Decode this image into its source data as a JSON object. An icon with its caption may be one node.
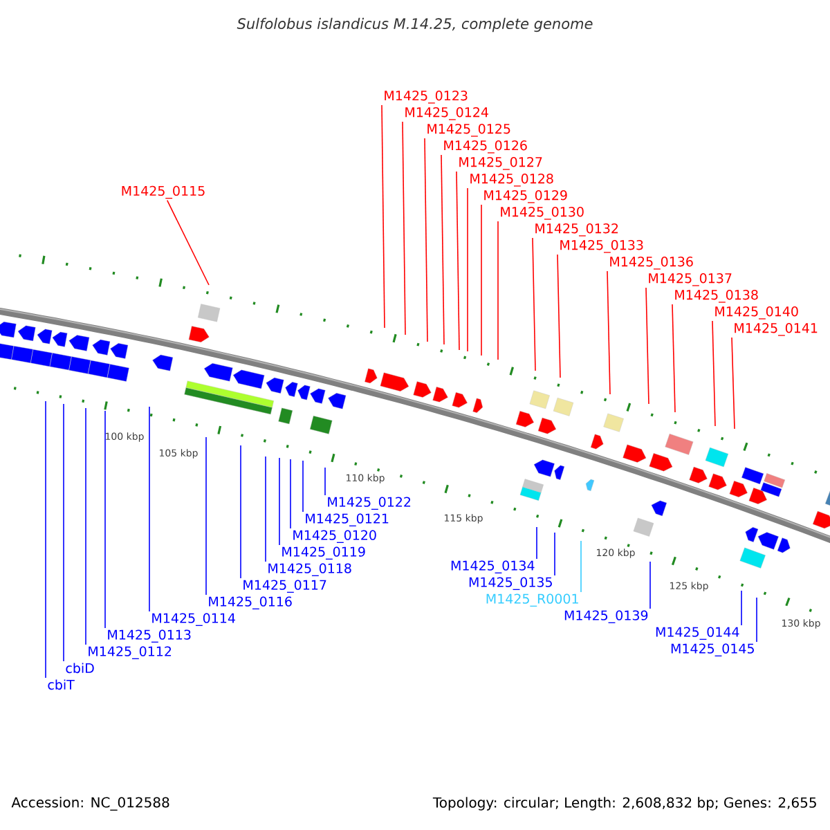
{
  "diagram": {
    "title": "Sulfolobus islandicus M.14.25, complete genome",
    "nodes": [
      {
        "text": [
          "M1425_0115"
        ]
      },
      {
        "text": [
          "M1425_0123"
        ]
      },
      {
        "text": [
          "M1425_0124"
        ]
      },
      {
        "text": [
          "M1425_0125"
        ]
      },
      {
        "text": [
          "M1425_0126"
        ]
      },
      {
        "text": [
          "M1425_0127"
        ]
      },
      {
        "text": [
          "M1425_0128"
        ]
      },
      {
        "text": [
          "M1425_0129"
        ]
      },
      {
        "text": [
          "M1425_0130"
        ]
      },
      {
        "text": [
          "M1425_0132"
        ]
      },
      {
        "text": [
          "M1425_0133"
        ]
      },
      {
        "text": [
          "M1425_0136"
        ]
      },
      {
        "text": [
          "M1425_0137"
        ]
      },
      {
        "text": [
          "M1425_0138"
        ]
      },
      {
        "text": [
          "M1425_0140"
        ]
      },
      {
        "text": [
          "M1425_0141"
        ]
      },
      {
        "text": [
          "cbiT"
        ]
      },
      {
        "text": [
          "cbiD"
        ]
      },
      {
        "text": [
          "M1425_0112"
        ]
      },
      {
        "text": [
          "M1425_0113"
        ]
      },
      {
        "text": [
          "M1425_0114"
        ]
      },
      {
        "text": [
          "M1425_0116"
        ]
      },
      {
        "text": [
          "M1425_0117"
        ]
      },
      {
        "text": [
          "M1425_0118"
        ]
      },
      {
        "text": [
          "M1425_0119"
        ]
      },
      {
        "text": [
          "M1425_0120"
        ]
      },
      {
        "text": [
          "M1425_0121"
        ]
      },
      {
        "text": [
          "M1425_0122"
        ]
      },
      {
        "text": [
          "M1425_0134"
        ]
      },
      {
        "text": [
          "M1425_0135"
        ]
      },
      {
        "text": [
          "M1425_R0001"
        ]
      },
      {
        "text": [
          "M1425_0139"
        ]
      },
      {
        "text": [
          "M1425_0144"
        ]
      },
      {
        "text": [
          "M1425_0145"
        ]
      }
    ],
    "edges": [
      {
        "from": 0,
        "to": null,
        "arrow": "none",
        "color": "#ff0000"
      },
      {
        "from": 1,
        "to": null,
        "arrow": "none",
        "color": "#ff0000"
      },
      {
        "from": 2,
        "to": null,
        "arrow": "none",
        "color": "#ff0000"
      },
      {
        "from": 3,
        "to": null,
        "arrow": "none",
        "color": "#ff0000"
      },
      {
        "from": 4,
        "to": null,
        "arrow": "none",
        "color": "#ff0000"
      },
      {
        "from": 5,
        "to": null,
        "arrow": "none",
        "color": "#ff0000"
      },
      {
        "from": 6,
        "to": null,
        "arrow": "none",
        "color": "#ff0000"
      },
      {
        "from": 7,
        "to": null,
        "arrow": "none",
        "color": "#ff0000"
      },
      {
        "from": 8,
        "to": null,
        "arrow": "none",
        "color": "#ff0000"
      },
      {
        "from": 9,
        "to": null,
        "arrow": "none",
        "color": "#ff0000"
      },
      {
        "from": 10,
        "to": null,
        "arrow": "none",
        "color": "#ff0000"
      },
      {
        "from": 11,
        "to": null,
        "arrow": "none",
        "color": "#ff0000"
      },
      {
        "from": 12,
        "to": null,
        "arrow": "none",
        "color": "#ff0000"
      },
      {
        "from": 13,
        "to": null,
        "arrow": "none",
        "color": "#ff0000"
      },
      {
        "from": 14,
        "to": null,
        "arrow": "none",
        "color": "#ff0000"
      },
      {
        "from": 15,
        "to": null,
        "arrow": "none",
        "color": "#ff0000"
      },
      {
        "from": 16,
        "to": null,
        "arrow": "none"
      },
      {
        "from": 17,
        "to": null,
        "arrow": "none"
      },
      {
        "from": 18,
        "to": null,
        "arrow": "none"
      },
      {
        "from": 19,
        "to": null,
        "arrow": "none"
      },
      {
        "from": 20,
        "to": null,
        "arrow": "none"
      },
      {
        "from": 21,
        "to": null,
        "arrow": "none"
      },
      {
        "from": 22,
        "to": null,
        "arrow": "none"
      },
      {
        "from": 23,
        "to": null,
        "arrow": "none"
      },
      {
        "from": 24,
        "to": null,
        "arrow": "none"
      },
      {
        "from": 25,
        "to": null,
        "arrow": "none"
      },
      {
        "from": 26,
        "to": null,
        "arrow": "none"
      },
      {
        "from": 27,
        "to": null,
        "arrow": "none"
      },
      {
        "from": 28,
        "to": null,
        "arrow": "none"
      },
      {
        "from": 29,
        "to": null,
        "arrow": "none"
      },
      {
        "from": 30,
        "to": null,
        "arrow": "none",
        "color": "#33ccff"
      },
      {
        "from": 31,
        "to": null,
        "arrow": "none"
      },
      {
        "from": 32,
        "to": null,
        "arrow": "none"
      },
      {
        "from": 33,
        "to": null,
        "arrow": "none"
      }
    ],
    "labels": [
      "100 kbp",
      "105 kbp",
      "110 kbp",
      "115 kbp",
      "120 kbp",
      "125 kbp",
      "130 kbp",
      "Accession: NC_012588",
      "Topology: circular; Length: 2,608,832 bp; Genes: 2,655"
    ]
  }
}
